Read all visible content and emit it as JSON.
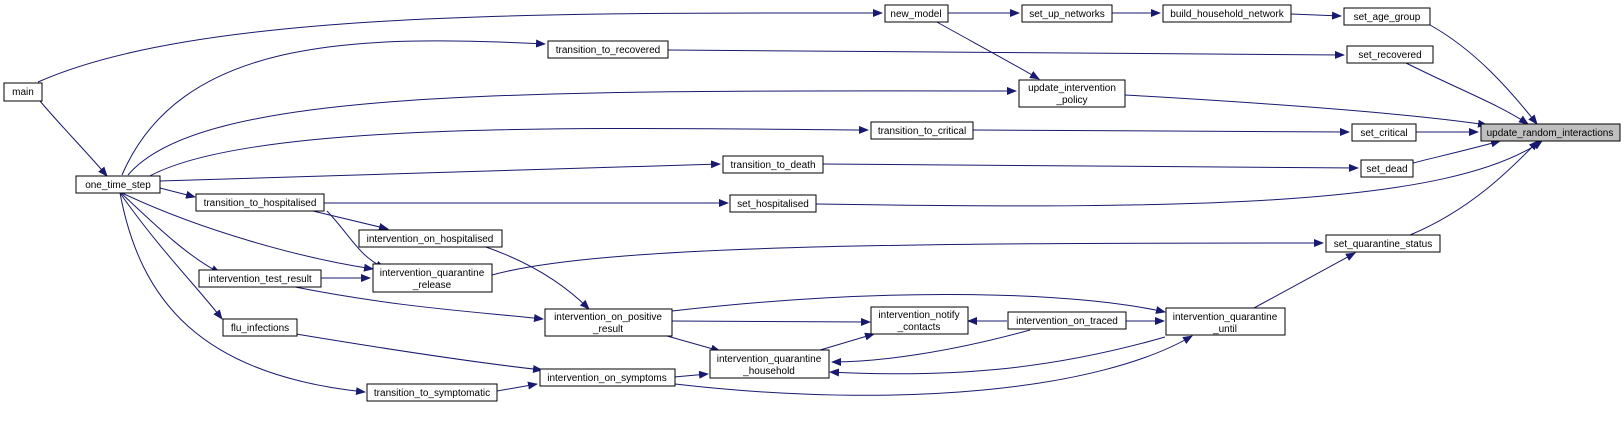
{
  "nodes": {
    "main": "main",
    "one_time_step": "one_time_step",
    "new_model": "new_model",
    "set_up_networks": "set_up_networks",
    "build_household_network": "build_household_network",
    "set_age_group": "set_age_group",
    "transition_to_recovered": "transition_to_recovered",
    "set_recovered": "set_recovered",
    "update_intervention_policy_1": "update_intervention",
    "update_intervention_policy_2": "_policy",
    "transition_to_critical": "transition_to_critical",
    "set_critical": "set_critical",
    "update_random_interactions": "update_random_interactions",
    "transition_to_death": "transition_to_death",
    "set_dead": "set_dead",
    "transition_to_hospitalised": "transition_to_hospitalised",
    "set_hospitalised": "set_hospitalised",
    "intervention_on_hospitalised": "intervention_on_hospitalised",
    "set_quarantine_status": "set_quarantine_status",
    "intervention_quarantine_release_1": "intervention_quarantine",
    "intervention_quarantine_release_2": "_release",
    "intervention_test_result": "intervention_test_result",
    "intervention_on_positive_result_1": "intervention_on_positive",
    "intervention_on_positive_result_2": "_result",
    "intervention_notify_contacts_1": "intervention_notify",
    "intervention_notify_contacts_2": "_contacts",
    "intervention_on_traced": "intervention_on_traced",
    "intervention_quarantine_until_1": "intervention_quarantine",
    "intervention_quarantine_until_2": "_until",
    "flu_infections": "flu_infections",
    "intervention_quarantine_household_1": "intervention_quarantine",
    "intervention_quarantine_household_2": "_household",
    "intervention_on_symptoms": "intervention_on_symptoms",
    "transition_to_symptomatic": "transition_to_symptomatic"
  },
  "colors": {
    "edge": "#191970",
    "focus_fill": "#bfbfbf",
    "node_fill": "#ffffff",
    "node_stroke": "#000000"
  }
}
